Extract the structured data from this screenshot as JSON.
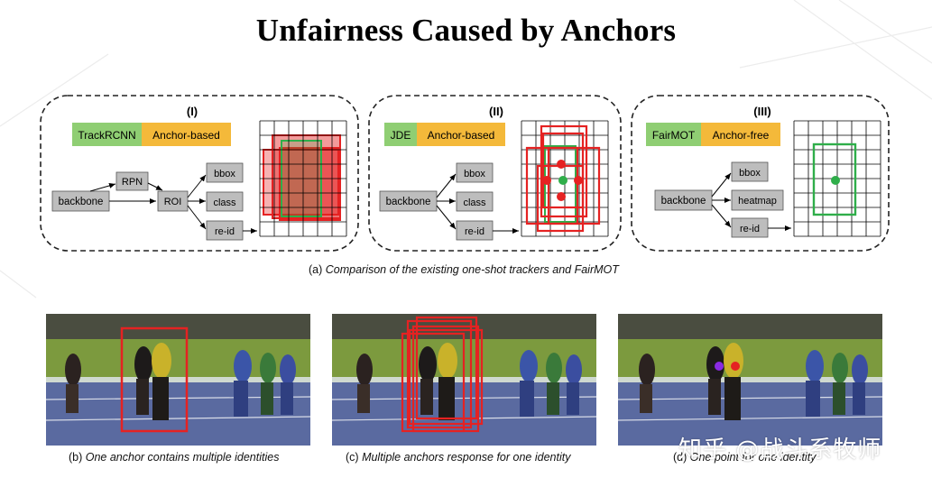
{
  "title": "Unfairness Caused by Anchors",
  "panels": [
    {
      "roman": "(I)",
      "tag_name": "TrackRCNN",
      "tag_type": "Anchor-based",
      "nodes": {
        "backbone": "backbone",
        "rpn": "RPN",
        "roi": "ROI",
        "bbox": "bbox",
        "class": "class",
        "reid": "re-id"
      }
    },
    {
      "roman": "(II)",
      "tag_name": "JDE",
      "tag_type": "Anchor-based",
      "nodes": {
        "backbone": "backbone",
        "bbox": "bbox",
        "class": "class",
        "reid": "re-id"
      }
    },
    {
      "roman": "(III)",
      "tag_name": "FairMOT",
      "tag_type": "Anchor-free",
      "nodes": {
        "backbone": "backbone",
        "bbox": "bbox",
        "heatmap": "heatmap",
        "reid": "re-id"
      }
    }
  ],
  "caption_a_prefix": "(a) ",
  "caption_a_text": "Comparison of the existing one-shot trackers and FairMOT",
  "photos": [
    {
      "prefix": "(b) ",
      "text": "One anchor contains multiple identities"
    },
    {
      "prefix": "(c) ",
      "text": "Multiple anchors response for one identity"
    },
    {
      "prefix": "(d) ",
      "text": "One point for one identity"
    }
  ],
  "watermark": "知乎 @战斗系牧师",
  "colors": {
    "green_tag": "#8fce73",
    "orange_tag": "#f4b93a",
    "node_fill": "#bdbdbd",
    "anchor_red": "#e52222",
    "center_green": "#2fae4a",
    "track": "#5a6aa0",
    "grass": "#7c9a3e"
  }
}
